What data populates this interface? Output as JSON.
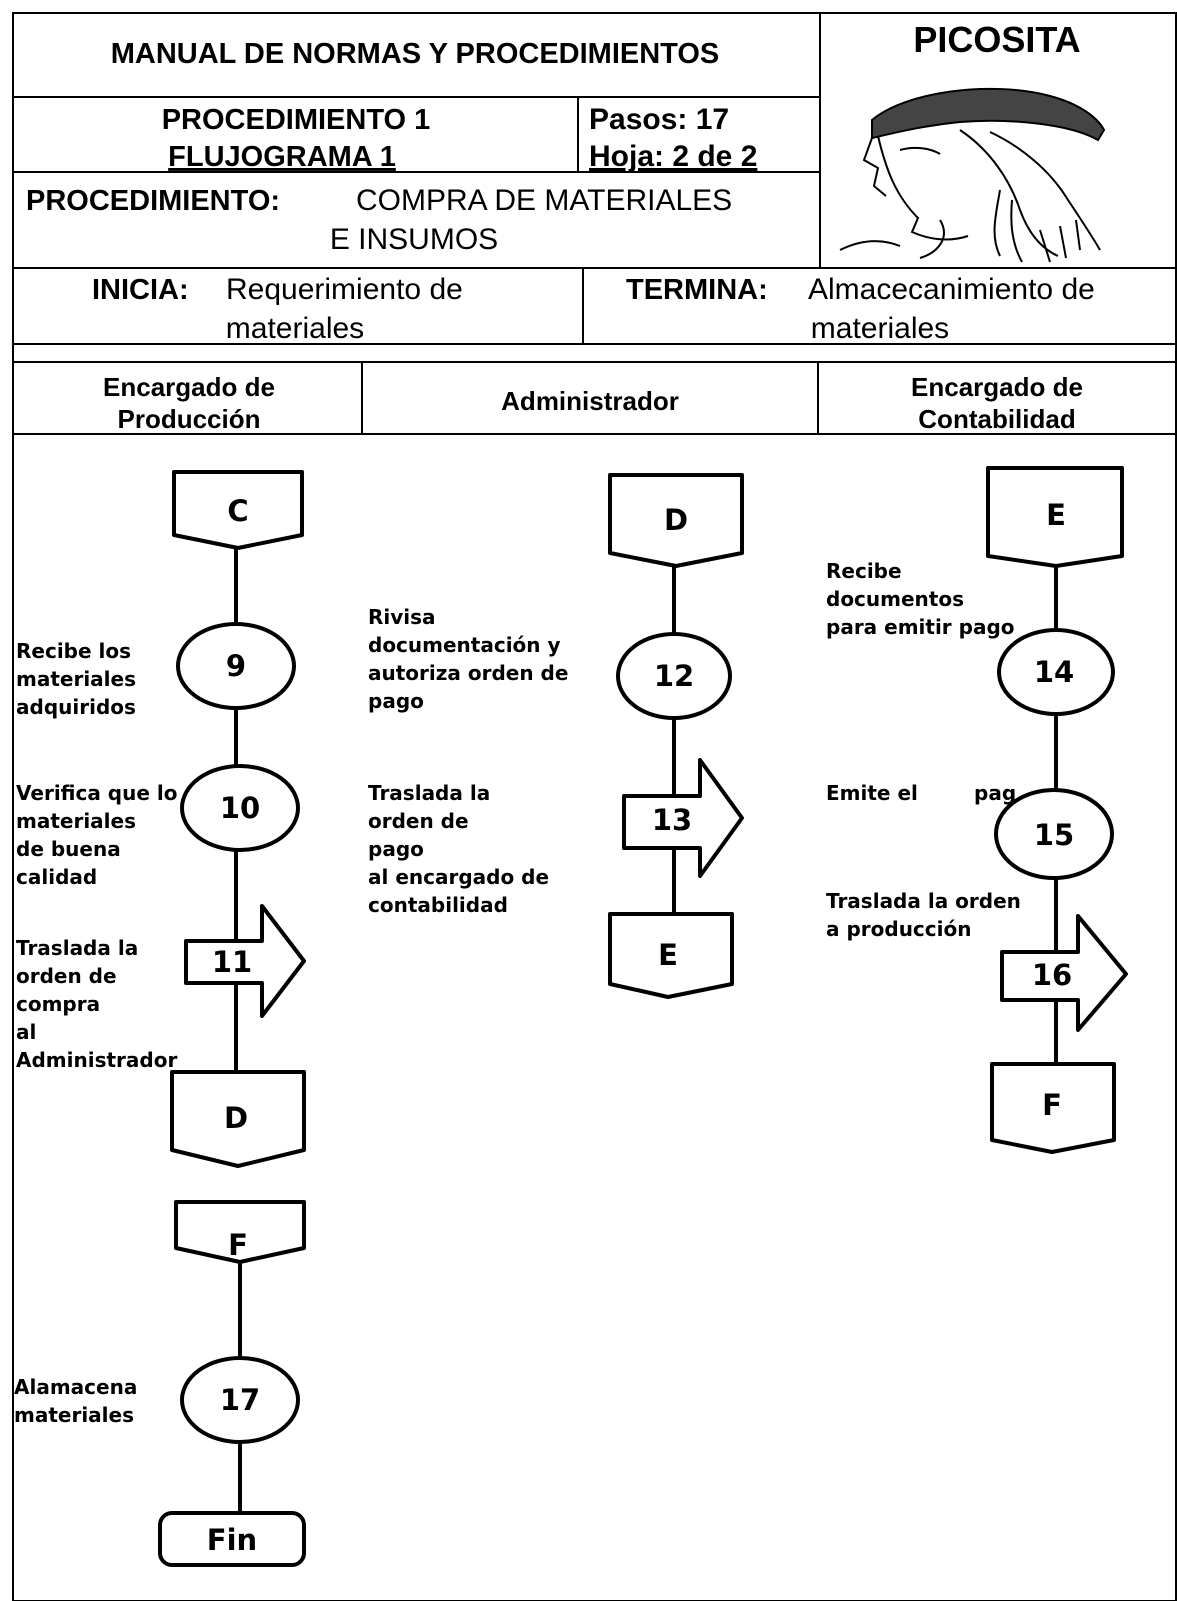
{
  "header": {
    "manual_title": "MANUAL DE NORMAS Y PROCEDIMIENTOS",
    "company": "PICOSITA",
    "procedure_number": "PROCEDIMIENTO 1",
    "flowchart_number": "FLUJOGRAMA 1",
    "steps": "Pasos: 17",
    "sheet": "Hoja: 2 de 2",
    "procedure_label": "PROCEDIMIENTO:",
    "procedure_name_line1": "COMPRA DE MATERIALES",
    "procedure_name_line2": "E INSUMOS",
    "starts_label": "INICIA:",
    "starts_line1": "Requerimiento de",
    "starts_line2": "materiales",
    "ends_label": "TERMINA:",
    "ends_line1": "Almacecanimiento de",
    "ends_line2": "materiales",
    "logo": "indigenous-head-illustration"
  },
  "lanes": [
    {
      "line1": "Encargado de",
      "line2": "Producción"
    },
    {
      "line1": "Administrador",
      "line2": ""
    },
    {
      "line1": "Encargado de",
      "line2": "Contabilidad"
    }
  ],
  "connectors": {
    "c_top": "C",
    "d_bottom": "D",
    "f_top": "F",
    "d_top": "D",
    "e_bottom": "E",
    "e_top": "E",
    "f_bottom": "F",
    "end": "Fin"
  },
  "steps": {
    "s9": "9",
    "s10": "10",
    "s11": "11",
    "s12": "12",
    "s13": "13",
    "s14": "14",
    "s15": "15",
    "s16": "16",
    "s17": "17"
  },
  "descriptions": {
    "d9": [
      "Recibe los",
      "materiales",
      "adquiridos"
    ],
    "d10": [
      "Verifica que lo",
      "materiales",
      "de buena",
      "calidad"
    ],
    "d11": [
      "Traslada la",
      "orden de",
      "compra",
      "al",
      "Administrador"
    ],
    "d12": [
      "Rivisa",
      "documentación y",
      "autoriza orden de",
      "pago"
    ],
    "d13": [
      "Traslada la",
      "orden de",
      "pago",
      "al encargado de",
      "contabilidad"
    ],
    "d14": [
      "Recibe",
      "documentos",
      "para emitir pago"
    ],
    "d15": [
      "Emite el",
      "pag"
    ],
    "d16": [
      "Traslada la orden",
      "a producción"
    ],
    "d17": [
      "Alamacena",
      "materiales"
    ]
  }
}
